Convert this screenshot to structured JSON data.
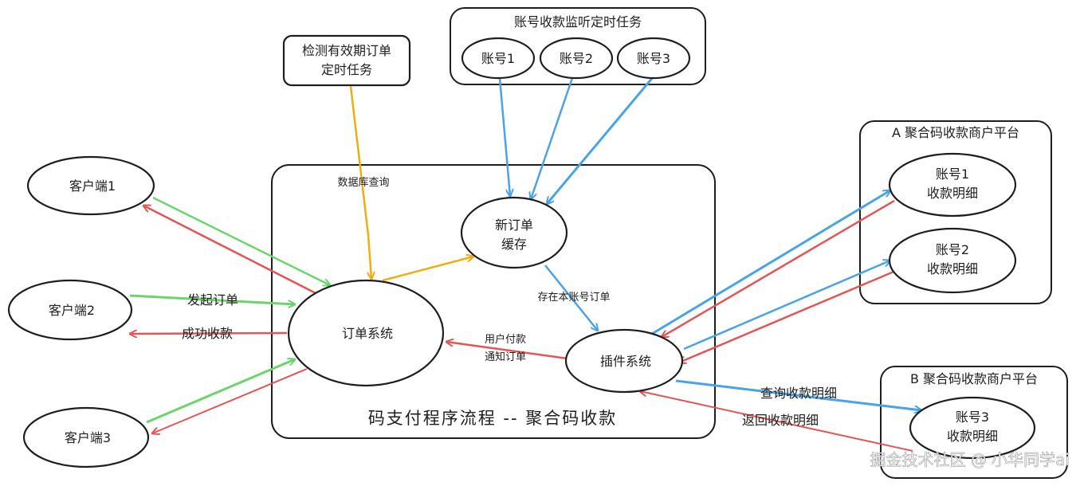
{
  "colors": {
    "green": "#6cd46c",
    "red": "#e35656",
    "blue": "#4aa3e6",
    "orange": "#f0ad0e",
    "stroke": "#1e1e1e"
  },
  "main_title": "码支付程序流程 -- 聚合码收款",
  "nodes": {
    "client1": "客户端1",
    "client2": "客户端2",
    "client3": "客户端3",
    "order_system": "订单系统",
    "new_order_cache": [
      "新订单",
      "缓存"
    ],
    "plugin_system": "插件系统",
    "detect_task": [
      "检测有效期订单",
      "定时任务"
    ],
    "listen_group": {
      "title": "账号收款监听定时任务",
      "accounts": [
        "账号1",
        "账号2",
        "账号3"
      ]
    },
    "platform_a": {
      "title": "A 聚合码收款商户平台",
      "accounts": [
        [
          "账号1",
          "收款明细"
        ],
        [
          "账号2",
          "收款明细"
        ]
      ]
    },
    "platform_b": {
      "title": "B 聚合码收款商户平台",
      "accounts": [
        [
          "账号3",
          "收款明细"
        ]
      ]
    }
  },
  "edge_labels": {
    "initiate_order": "发起订单",
    "payment_success": "成功收款",
    "db_query": "数据库查询",
    "account_order_exists": "存在本账号订单",
    "notify_order": [
      "用户付款",
      "通知订单"
    ],
    "query_details": "查询收款明细",
    "return_details": "返回收款明细"
  },
  "watermark": "掘金技术社区 @ 小华同学ai"
}
